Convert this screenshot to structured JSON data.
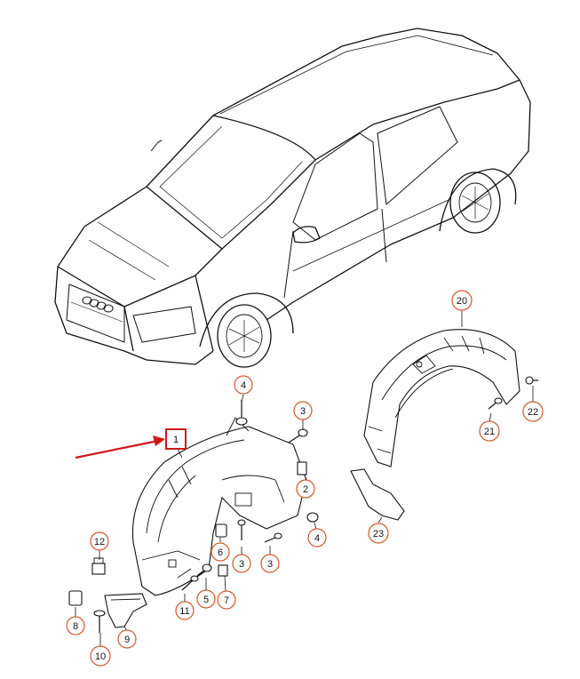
{
  "callouts": {
    "c1": "1",
    "c2": "2",
    "c3a": "3",
    "c3b": "3",
    "c3c": "3",
    "c4a": "4",
    "c4b": "4",
    "c5": "5",
    "c6": "6",
    "c7": "7",
    "c8": "8",
    "c9": "9",
    "c10": "10",
    "c11": "11",
    "c12": "12",
    "c20": "20",
    "c21": "21",
    "c22": "22",
    "c23": "23"
  },
  "colors": {
    "callout_ring": "#d0582a",
    "highlight_box": "#cc1a1a",
    "pointer_arrow": "#cc1a1a",
    "linework": "#111111"
  }
}
